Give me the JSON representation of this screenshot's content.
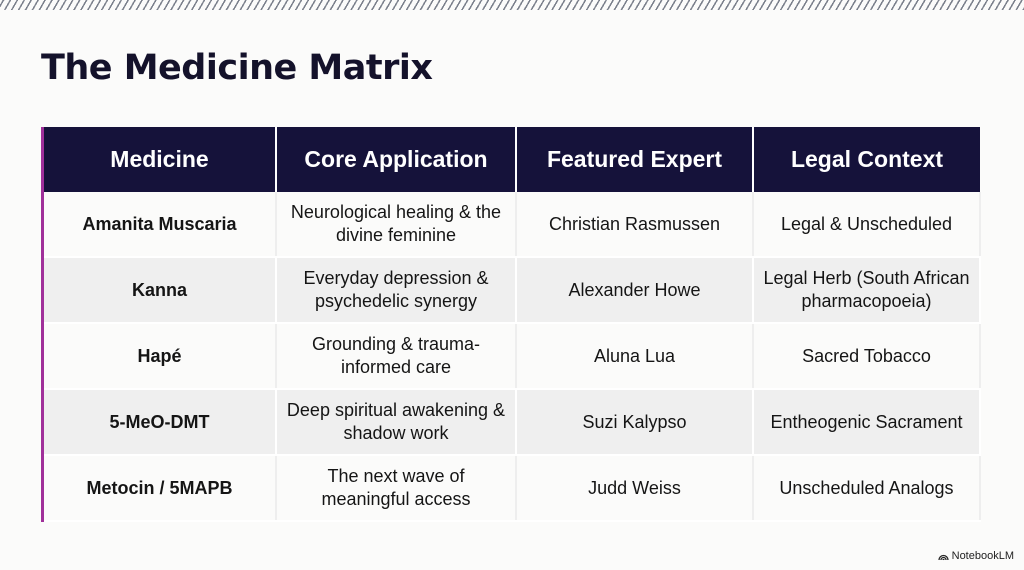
{
  "title": "The Medicine Matrix",
  "table": {
    "headers": [
      "Medicine",
      "Core Application",
      "Featured Expert",
      "Legal Context"
    ],
    "rows": [
      [
        "Amanita Muscaria",
        "Neurological healing & the divine feminine",
        "Christian Rasmussen",
        "Legal & Unscheduled"
      ],
      [
        "Kanna",
        "Everyday depression & psychedelic synergy",
        "Alexander Howe",
        "Legal Herb (South African pharmacopoeia)"
      ],
      [
        "Hapé",
        "Grounding & trauma-informed care",
        "Aluna Lua",
        "Sacred Tobacco"
      ],
      [
        "5-MeO-DMT",
        "Deep spiritual awakening & shadow work",
        "Suzi Kalypso",
        "Entheogenic Sacrament"
      ],
      [
        "Metocin / 5MAPB",
        "The next wave of meaningful access",
        "Judd Weiss",
        "Unscheduled Analogs"
      ]
    ]
  },
  "brand": "NotebookLM",
  "colors": {
    "header_bg": "#15123a",
    "accent": "#a0309a",
    "alt_row": "#efefef"
  }
}
